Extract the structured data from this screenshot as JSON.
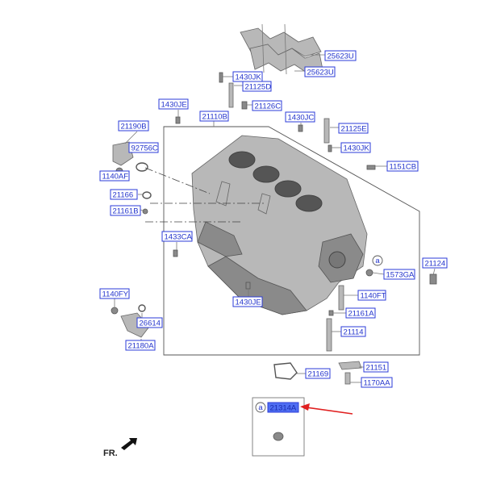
{
  "labels": [
    {
      "id": "l_25623u_1",
      "text": "25623U"
    },
    {
      "id": "l_25623u_2",
      "text": "25623U"
    },
    {
      "id": "l_1430jk_1",
      "text": "1430JK"
    },
    {
      "id": "l_21125d",
      "text": "21125D"
    },
    {
      "id": "l_1430je_1",
      "text": "1430JE"
    },
    {
      "id": "l_21126c",
      "text": "21126C"
    },
    {
      "id": "l_21110b",
      "text": "21110B"
    },
    {
      "id": "l_1430jc",
      "text": "1430JC"
    },
    {
      "id": "l_21190b",
      "text": "21190B"
    },
    {
      "id": "l_21125e",
      "text": "21125E"
    },
    {
      "id": "l_92756c",
      "text": "92756C"
    },
    {
      "id": "l_1430jk_2",
      "text": "1430JK"
    },
    {
      "id": "l_1151cb",
      "text": "1151CB"
    },
    {
      "id": "l_1140af",
      "text": "1140AF"
    },
    {
      "id": "l_21166",
      "text": "21166"
    },
    {
      "id": "l_21161b",
      "text": "21161B"
    },
    {
      "id": "l_1433ca",
      "text": "1433CA"
    },
    {
      "id": "l_21124",
      "text": "21124"
    },
    {
      "id": "l_1573ga",
      "text": "1573GA"
    },
    {
      "id": "l_1140fy",
      "text": "1140FY"
    },
    {
      "id": "l_1140ft",
      "text": "1140FT"
    },
    {
      "id": "l_1430je_2",
      "text": "1430JE"
    },
    {
      "id": "l_21161a",
      "text": "21161A"
    },
    {
      "id": "l_26614",
      "text": "26614"
    },
    {
      "id": "l_21114",
      "text": "21114"
    },
    {
      "id": "l_21180a",
      "text": "21180A"
    },
    {
      "id": "l_21151",
      "text": "21151"
    },
    {
      "id": "l_21169",
      "text": "21169"
    },
    {
      "id": "l_1170aa",
      "text": "1170AA"
    },
    {
      "id": "l_21314a",
      "text": "21314A"
    }
  ],
  "callout_letter": "a",
  "fr_label": "FR.",
  "colors": {
    "label_border": "#2b3bd8",
    "label_text": "#2233cc",
    "highlight": "#4f6ef2",
    "arrow": "#e02020"
  }
}
